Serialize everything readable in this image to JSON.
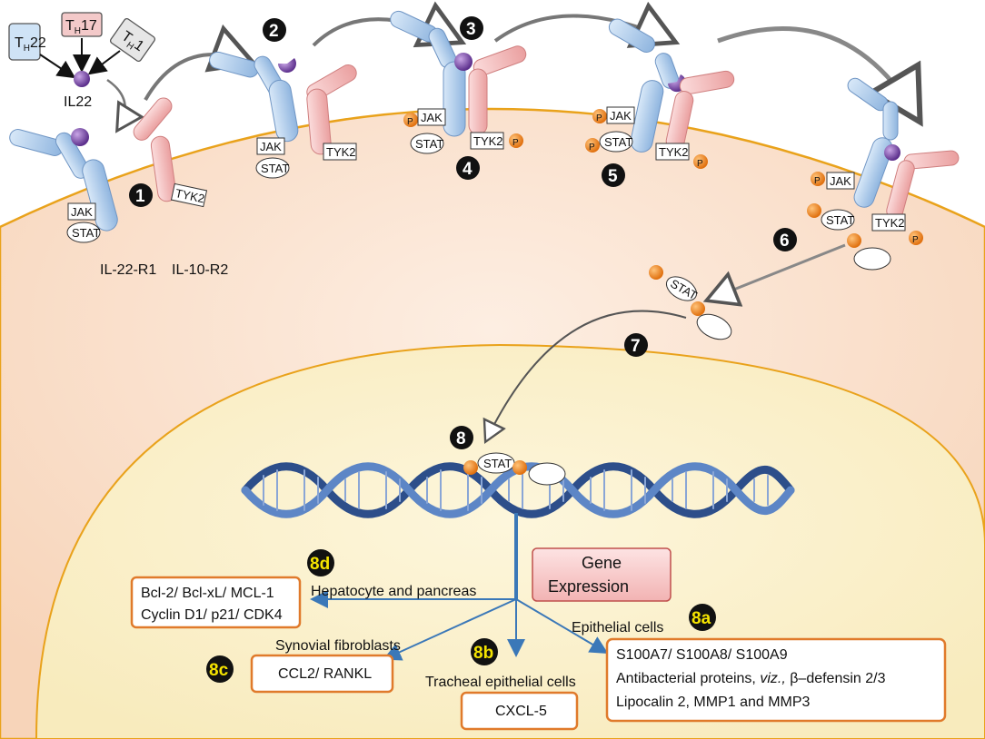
{
  "cytokine": {
    "th22_main": "T",
    "th22_sub": "H",
    "th22_suffix": "22",
    "th17_main": "T",
    "th17_sub": "H",
    "th17_suffix": "17",
    "th1_main": "T",
    "th1_sub": "H",
    "th1_suffix": "1",
    "il22": "IL22"
  },
  "receptors": {
    "r1": "IL-22-R1",
    "r2": "IL-10-R2",
    "jak": "JAK",
    "stat": "STAT",
    "tyk2": "TYK2",
    "p": "P"
  },
  "steps": {
    "s1": "1",
    "s2": "2",
    "s3": "3",
    "s4": "4",
    "s5": "5",
    "s6": "6",
    "s7": "7",
    "s8": "8",
    "s8a": "8a",
    "s8b": "8b",
    "s8c": "8c",
    "s8d": "8d"
  },
  "gene_expression": {
    "line1": "Gene",
    "line2": "Expression"
  },
  "targets": {
    "hepatocyte": "Hepatocyte and pancreas",
    "synovial": "Synovial fibroblasts",
    "tracheal": "Tracheal epithelial  cells",
    "epithelial": "Epithelial  cells"
  },
  "boxes": {
    "d_line1": "Bcl-2/ Bcl-xL/ MCL-1",
    "d_line2": "Cyclin D1/ p21/ CDK4",
    "c_line1": "CCL2/ RANKL",
    "b_line1": "CXCL-5",
    "a_line1": "S100A7/ S100A8/ S100A9",
    "a_line2_pre": "Antibacterial proteins, ",
    "a_line2_em": "viz.,",
    "a_line2_post": " β–defensin 2/3",
    "a_line3": "Lipocalin 2, MMP1 and MMP3"
  },
  "colors": {
    "cytoplasm": "#fbe3d0",
    "nucleus": "#fbf1cc",
    "membrane": "#e9a21b",
    "r1_fill": "#b7d3ef",
    "r1_stroke": "#6f95c4",
    "r2_fill": "#f6c3c3",
    "r2_stroke": "#cf7f7f",
    "ligand": "#7b4fa6",
    "phospho": "#f08a1d",
    "arrow": "#3b78b8",
    "box_border": "#e07a2b",
    "gene_fill": "#f6caca",
    "gene_border": "#c0504d"
  }
}
